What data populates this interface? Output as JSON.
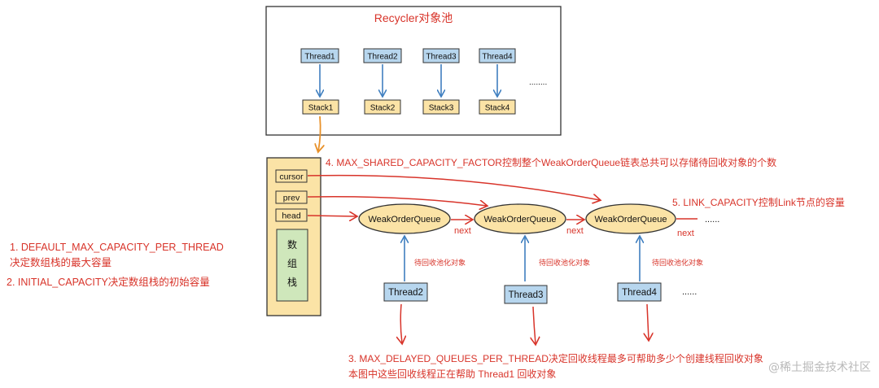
{
  "recycler_pool": {
    "title": "Recycler对象池",
    "threads": [
      "Thread1",
      "Thread2",
      "Thread3",
      "Thread4"
    ],
    "stacks": [
      "Stack1",
      "Stack2",
      "Stack3",
      "Stack4"
    ],
    "ellipsis": "........"
  },
  "stack_struct": {
    "fields": [
      "cursor",
      "prev",
      "head"
    ],
    "array_label": [
      "数",
      "组",
      "栈"
    ]
  },
  "queue": {
    "nodes": [
      "WeakOrderQueue",
      "WeakOrderQueue",
      "WeakOrderQueue"
    ],
    "next_label": "next",
    "trailing_ellipsis": "......"
  },
  "recycle_threads": {
    "names": [
      "Thread2",
      "Thread3",
      "Thread4"
    ],
    "edge_label": "待回收池化对象",
    "ellipsis": "......"
  },
  "notes": {
    "note1_line1": "1. DEFAULT_MAX_CAPACITY_PER_THREAD",
    "note1_line2": "决定数组栈的最大容量",
    "note2": "2. INITIAL_CAPACITY决定数组栈的初始容量",
    "note3_line1": "3. MAX_DELAYED_QUEUES_PER_THREAD决定回收线程最多可帮助多少个创建线程回收对象",
    "note3_line2": "本图中这些回收线程正在帮助 Thread1 回收对象",
    "note4": "4. MAX_SHARED_CAPACITY_FACTOR控制整个WeakOrderQueue链表总共可以存储待回收对象的个数",
    "note5": "5. LINK_CAPACITY控制Link节点的容量"
  },
  "watermark": "@稀土掘金技术社区",
  "colors": {
    "red": "#d8342a",
    "blue_fill": "#b7d6ee",
    "yellow_fill": "#fbe3a6",
    "green_fill": "#cfe7bb",
    "orange": "#e8912a",
    "arrow_blue": "#3f7fc0"
  }
}
